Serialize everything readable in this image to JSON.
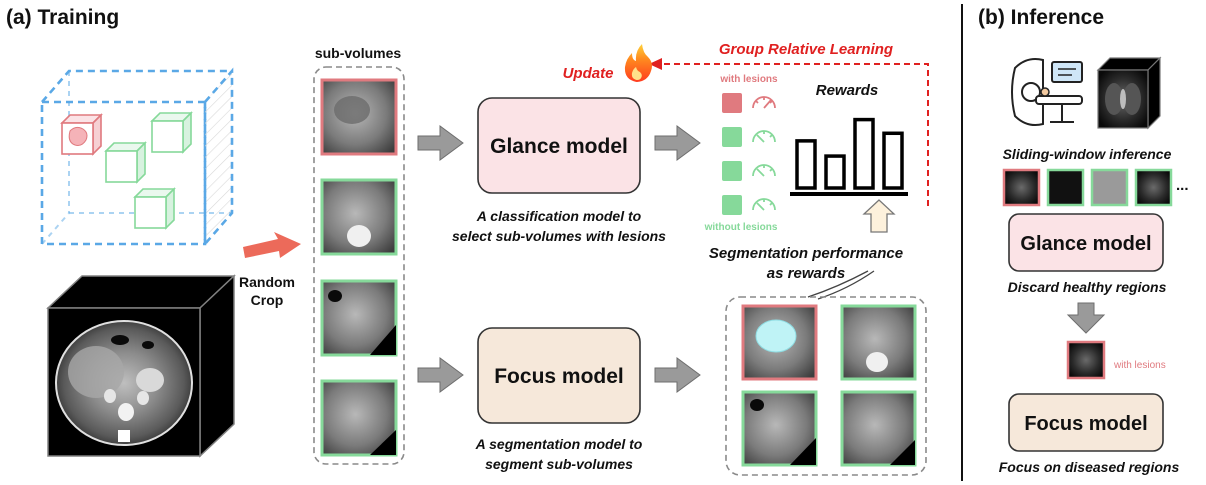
{
  "training": {
    "title": "(a) Training",
    "subvolumes_label": "sub-volumes",
    "random_crop_line1": "Random",
    "random_crop_line2": "Crop",
    "glance_model": "Glance model",
    "glance_caption_line1": "A classification model to",
    "glance_caption_line2": "select sub-volumes with lesions",
    "focus_model": "Focus model",
    "focus_caption_line1": "A segmentation model to",
    "focus_caption_line2": "segment sub-volumes",
    "with_lesions": "with lesions",
    "without_lesions": "without lesions",
    "rewards": "Rewards",
    "reward_bar_levels": [
      0.62,
      0.42,
      0.9,
      0.72
    ],
    "group_relative_learning": "Group Relative Learning",
    "update": "Update",
    "seg_perf_line1": "Segmentation performance",
    "seg_perf_line2": "as rewards"
  },
  "inference": {
    "title": "(b) Inference",
    "sliding_window": "Sliding-window inference",
    "ellipsis": "...",
    "glance_model": "Glance model",
    "discard": "Discard healthy regions",
    "with_lesions": "with lesions",
    "focus_model": "Focus model",
    "focus_caption": "Focus on diseased regions"
  },
  "colors": {
    "lesion_red": "#e07a7f",
    "healthy_green": "#86d99a",
    "dashed_blue": "#5aa8e6",
    "glance_fill": "#fbe3e6",
    "focus_fill": "#f6e8da",
    "update_red": "#e02020",
    "arrow_gray": "#9a9a9a",
    "crop_arrow": "#ec6a5a"
  },
  "icons": [
    "fire-icon",
    "gauge-icon",
    "ct-scanner-icon",
    "lung-cube-icon",
    "lesion-icon"
  ]
}
